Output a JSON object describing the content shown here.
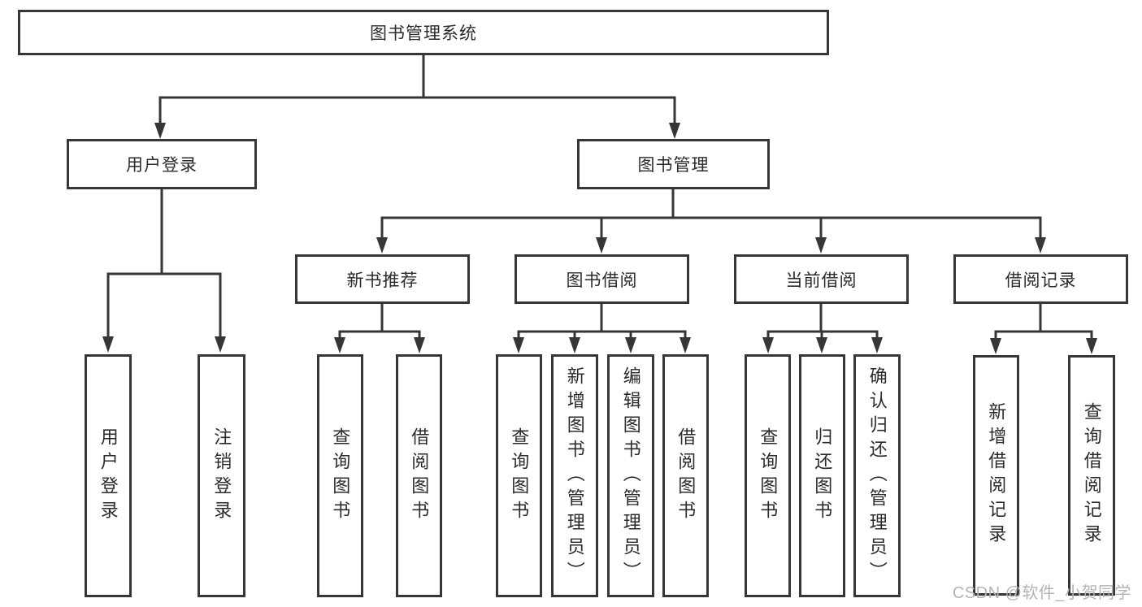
{
  "diagram": {
    "root": {
      "label": "图书管理系统"
    },
    "level2": [
      {
        "label": "用户登录"
      },
      {
        "label": "图书管理"
      }
    ],
    "level3": [
      {
        "label": "新书推荐"
      },
      {
        "label": "图书借阅"
      },
      {
        "label": "当前借阅"
      },
      {
        "label": "借阅记录"
      }
    ],
    "leaves": {
      "user_login": [
        "用户登录",
        "注销登录"
      ],
      "new_book_rec": [
        "查询图书",
        "借阅图书"
      ],
      "book_borrow": [
        "查询图书",
        "新增图书（管理员）",
        "编辑图书（管理员）",
        "借阅图书"
      ],
      "current_borrow": [
        "查询图书",
        "归还图书",
        "确认归还（管理员）"
      ],
      "borrow_records": [
        "新增借阅记录",
        "查询借阅记录"
      ]
    }
  },
  "colors": {
    "line": "#363636",
    "box_border": "#363636",
    "box_fill": "#ffffff",
    "watermark": "#b4b4b4"
  },
  "watermark": {
    "text": "CSDN @软件_小贺同学"
  }
}
